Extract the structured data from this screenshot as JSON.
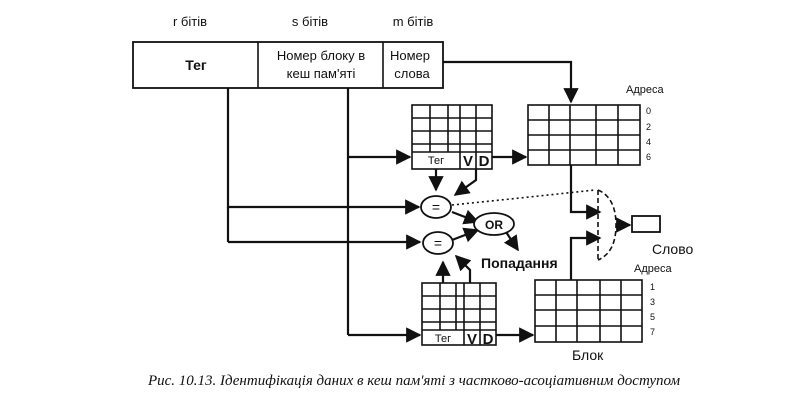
{
  "address_fields": {
    "r_label": "r бітів",
    "s_label": "s бітів",
    "m_label": "m бітів",
    "tag": "Тег",
    "block_line1": "Номер блоку в",
    "block_line2": "кеш пам'яті",
    "word_line1": "Номер",
    "word_line2": "слова"
  },
  "tag_table": {
    "tag": "Тег",
    "v": "V",
    "d": "D"
  },
  "comparators": {
    "eq": "=",
    "or": "OR"
  },
  "addresses_top": {
    "title": "Адреса",
    "values": [
      "0",
      "2",
      "4",
      "6"
    ]
  },
  "addresses_bottom": {
    "title": "Адреса",
    "values": [
      "1",
      "3",
      "5",
      "7"
    ]
  },
  "outputs": {
    "hit": "Попадання",
    "word": "Слово",
    "block": "Блок"
  },
  "caption": "Рис. 10.13. Ідентифікація даних в кеш пам'яті з частково-асоціативним доступом"
}
